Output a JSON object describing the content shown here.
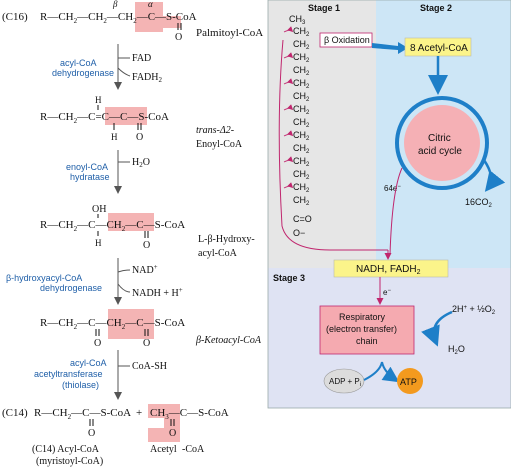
{
  "left": {
    "palmitoyl": {
      "chain_label": "(C16)",
      "formula_R": "R—CH",
      "formula_sub": "2",
      "formula_mid": "—CH",
      "formula_mid_sub": "2",
      "formula_end": "—CH",
      "formula_end_sub": "2",
      "tail": "—C—S-CoA",
      "beta": "β",
      "alpha": "α",
      "carbonyl_O": "O",
      "name": "Palmitoyl-CoA"
    },
    "step1": {
      "enzyme_line1": "acyl-CoA",
      "enzyme_line2": "dehydrogenase",
      "in": "FAD",
      "out": "FADH2"
    },
    "enoyl": {
      "formula": "R—CH2—C=C—C—S-CoA",
      "H_top": "H",
      "H_bottom": "H",
      "carbonyl_O": "O",
      "name_line1": "trans-Δ2-",
      "name_line2": "Enoyl-CoA"
    },
    "step2": {
      "enzyme_line1": "enoyl-CoA",
      "enzyme_line2": "hydratase",
      "in": "H2O"
    },
    "hydroxy": {
      "formula": "R—CH2—C—CH2—C—S-CoA",
      "OH": "OH",
      "H": "H",
      "carbonyl_O": "O",
      "name_line1": "L-β-Hydroxy-",
      "name_line2": "acyl-CoA"
    },
    "step3": {
      "enzyme_line1": "β-hydroxyacyl-CoA",
      "enzyme_line2": "dehydrogenase",
      "in": "NAD+",
      "out": "NADH + H+"
    },
    "keto": {
      "formula": "R—CH2—C—CH2—C—S-CoA",
      "carbonyl_O1": "O",
      "carbonyl_O2": "O",
      "name": "β-Ketoacyl-CoA"
    },
    "step4": {
      "enzyme_line1": "acyl-CoA",
      "enzyme_line2": "acetyltransferase",
      "enzyme_line3": "(thiolase)",
      "in": "CoA-SH"
    },
    "products": {
      "chain_label": "(C14)",
      "acyl_formula": "R—CH2—C—S-CoA",
      "plus": "+",
      "acetyl_formula": "CH3—C—S-CoA",
      "carbonyl_O1": "O",
      "carbonyl_O2": "O",
      "acyl_name_line1": "(C14) Acyl-CoA",
      "acyl_name_line2": "(myristoyl-CoA)",
      "acetyl_name": "Acetyl",
      "acetyl_suffix": "-CoA"
    }
  },
  "right": {
    "stage1": {
      "title": "Stage 1",
      "ch3": "CH3",
      "ch2": "CH2",
      "acid_C": "C=O",
      "acid_O": "O−",
      "beta_ox": "β Oxidation"
    },
    "stage2": {
      "title": "Stage 2",
      "acetyl": "8 Acetyl-CoA",
      "citric_line1": "Citric",
      "citric_line2": "acid cycle",
      "co2": "16CO2",
      "electrons": "64e−"
    },
    "stage3": {
      "title": "Stage 3",
      "carriers": "NADH, FADH2",
      "electron": "e−",
      "resp_line1": "Respiratory",
      "resp_line2": "(electron transfer)",
      "resp_line3": "chain",
      "oxygen": "2H+ + ½O2",
      "water": "H2O",
      "adp": "ADP + Pi",
      "atp": "ATP"
    }
  },
  "colors": {
    "highlight": "#f4b4b4",
    "stage1_bg": "#e6e6e6",
    "stage2_bg": "#cde6f6",
    "stage3_bg": "#dfe3f3",
    "yellow_box": "#fbf48a",
    "citric_fill": "#f5b0b5",
    "arrow_blue": "#1e7fc8",
    "arrow_magenta": "#c0266e",
    "atp": "#f39a1e"
  }
}
